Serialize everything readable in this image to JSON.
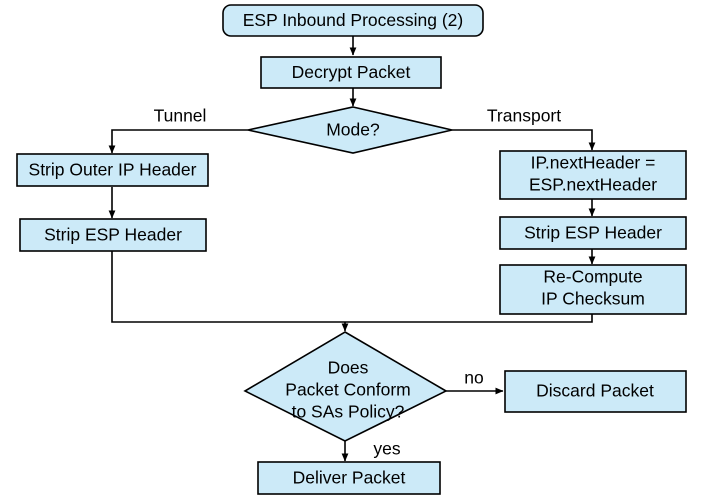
{
  "diagram": {
    "title": "ESP Inbound Processing (2)",
    "style": {
      "node_fill": "#cceaf8",
      "node_stroke": "#000000",
      "background": "#ffffff",
      "text_color": "#000000"
    },
    "nodes": {
      "start": {
        "label": "ESP Inbound Processing (2)",
        "shape": "rounded-rectangle"
      },
      "decrypt": {
        "label": "Decrypt Packet",
        "shape": "rectangle"
      },
      "mode": {
        "label": "Mode?",
        "shape": "diamond"
      },
      "strip_outer_ip": {
        "label": "Strip Outer IP Header",
        "shape": "rectangle"
      },
      "strip_esp_left": {
        "label": "Strip ESP Header",
        "shape": "rectangle"
      },
      "next_header": {
        "label_line1": "IP.nextHeader =",
        "label_line2": "ESP.nextHeader",
        "shape": "rectangle"
      },
      "strip_esp_right": {
        "label": "Strip ESP Header",
        "shape": "rectangle"
      },
      "recompute": {
        "label_line1": "Re-Compute",
        "label_line2": "IP Checksum",
        "shape": "rectangle"
      },
      "conform": {
        "label_line1": "Does",
        "label_line2": "Packet Conform",
        "label_line3": "to SAs Policy?",
        "shape": "diamond"
      },
      "discard": {
        "label": "Discard Packet",
        "shape": "rectangle"
      },
      "deliver": {
        "label": "Deliver Packet",
        "shape": "rectangle"
      }
    },
    "edge_labels": {
      "tunnel": "Tunnel",
      "transport": "Transport",
      "no": "no",
      "yes": "yes"
    }
  }
}
